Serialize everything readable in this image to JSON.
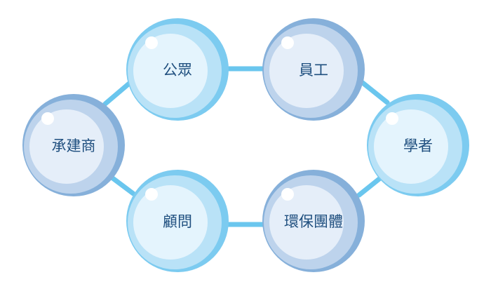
{
  "nodes": [
    {
      "label": "公眾",
      "variant": "cyan"
    },
    {
      "label": "員工",
      "variant": "slate"
    },
    {
      "label": "學者",
      "variant": "cyan"
    },
    {
      "label": "環保團體",
      "variant": "slate"
    },
    {
      "label": "顧問",
      "variant": "cyan"
    },
    {
      "label": "承建商",
      "variant": "slate"
    }
  ],
  "colors": {
    "connector": "#6ac6ee",
    "text": "#1f4f7f",
    "cyan": [
      "#7ccbf0",
      "#b9e2f7",
      "#e4f4fd"
    ],
    "slate": [
      "#86b0da",
      "#bdd3ec",
      "#e5eef9"
    ]
  }
}
